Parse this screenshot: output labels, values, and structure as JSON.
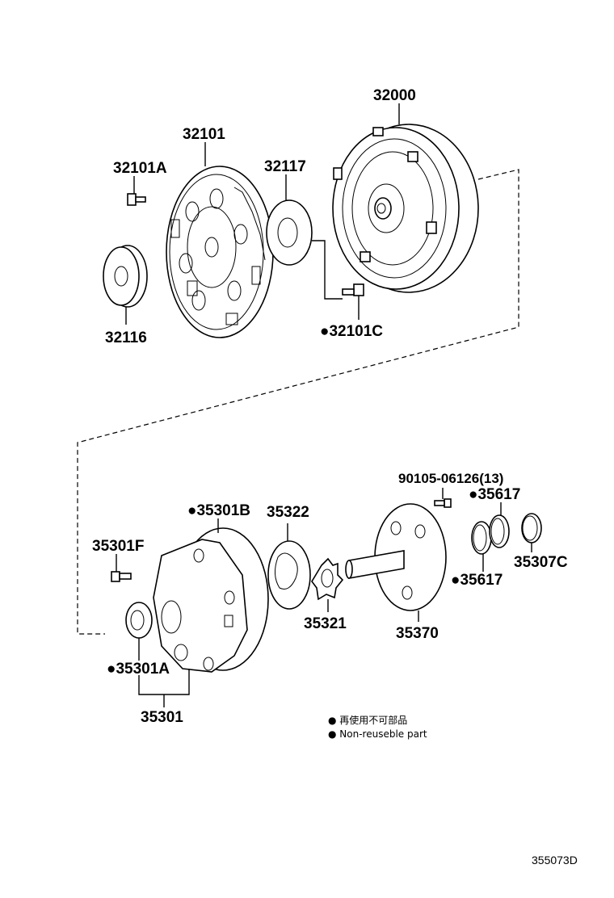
{
  "parts": {
    "p32000": "32000",
    "p32101": "32101",
    "p32101A": "32101A",
    "p32117": "32117",
    "p32116": "32116",
    "p32101C": "●32101C",
    "p90105": "90105-06126(13)",
    "p35617_top": "●35617",
    "p35617_mid": "●35617",
    "p35307C": "35307C",
    "p35301B": "●35301B",
    "p35322": "35322",
    "p35301F": "35301F",
    "p35321": "35321",
    "p35370": "35370",
    "p35301A": "●35301A",
    "p35301": "35301"
  },
  "legend": {
    "line1": "● 再使用不可部品",
    "line2": "● Non-reuseble part"
  },
  "reference": "355073D"
}
